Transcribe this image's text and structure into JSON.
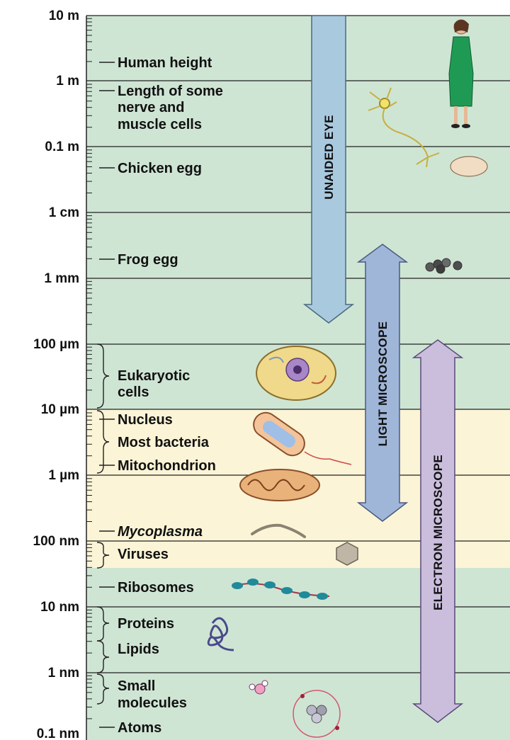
{
  "scale": [
    "10 m",
    "1 m",
    "0.1 m",
    "1 cm",
    "1 mm",
    "100 µm",
    "10 µm",
    "1 µm",
    "100 nm",
    "10 nm",
    "1 nm",
    "0.1 nm"
  ],
  "items": {
    "human_height": "Human height",
    "nerve_line1": "Length of some",
    "nerve_line2": "nerve and",
    "nerve_line3": "muscle cells",
    "chicken_egg": "Chicken egg",
    "frog_egg": "Frog egg",
    "eukaryotic_line1": "Eukaryotic",
    "eukaryotic_line2": "cells",
    "nucleus": "Nucleus",
    "most_bacteria": "Most bacteria",
    "mitochondrion": "Mitochondrion",
    "mycoplasma": "Mycoplasma",
    "viruses": "Viruses",
    "ribosomes": "Ribosomes",
    "proteins": "Proteins",
    "lipids": "Lipids",
    "small_line1": "Small",
    "small_line2": "molecules",
    "atoms": "Atoms"
  },
  "ranges": {
    "unaided_eye": "UNAIDED EYE",
    "light_microscope": "LIGHT MICROSCOPE",
    "electron_microscope": "ELECTRON MICROSCOPE"
  },
  "colors": {
    "green_band": "#cfe5d4",
    "yellow_band": "#fbf4d6",
    "unaided_arrow": "#a9c9df",
    "light_arrow": "#9fb6d9",
    "electron_arrow": "#cbbedd"
  }
}
